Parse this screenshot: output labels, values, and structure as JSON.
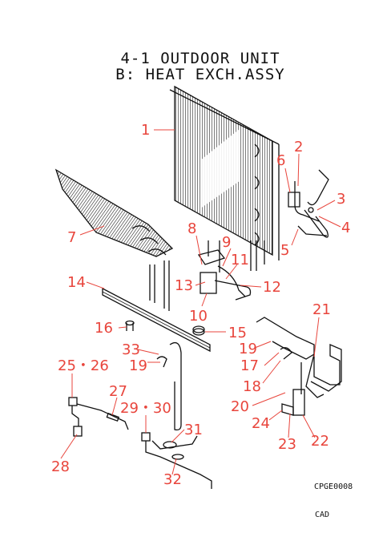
{
  "title_line1": "4-1  OUTDOOR UNIT",
  "title_line2": "B: HEAT EXCH.ASSY",
  "drawing_code": "CPGE0008",
  "cad_label": "CAD",
  "callouts": {
    "c1": "1",
    "c2": "2",
    "c3": "3",
    "c4": "4",
    "c5": "5",
    "c6": "6",
    "c7": "7",
    "c8": "8",
    "c9": "9",
    "c10": "10",
    "c11": "11",
    "c12": "12",
    "c13": "13",
    "c14": "14",
    "c15": "15",
    "c16": "16",
    "c17": "17",
    "c18": "18",
    "c19a": "19",
    "c19b": "19",
    "c20": "20",
    "c21": "21",
    "c22": "22",
    "c23": "23",
    "c24": "24",
    "c25_26": "25・26",
    "c27": "27",
    "c28": "28",
    "c29_30": "29・30",
    "c31": "31",
    "c32": "32",
    "c33": "33"
  },
  "colors": {
    "callout": "#e8453c",
    "linework": "#111111"
  }
}
